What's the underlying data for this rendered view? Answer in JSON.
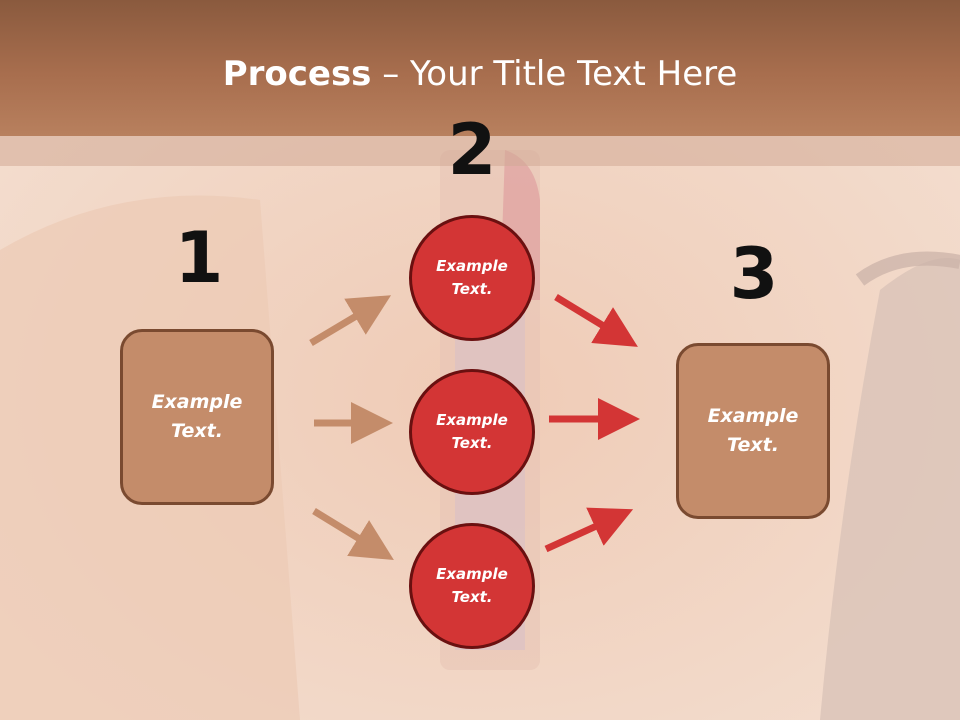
{
  "slide": {
    "title_bold": "Process",
    "title_rest": " – Your Title Text Here",
    "colors": {
      "header": "#a86e4e",
      "box": "#c48c6a",
      "circle": "#d33535",
      "left_arrow": "#c48c6a",
      "right_arrow": "#d33535"
    }
  },
  "steps": {
    "n1": "1",
    "n2": "2",
    "n3": "3"
  },
  "box_left": {
    "text": "Example Text."
  },
  "box_right": {
    "text": "Example Text."
  },
  "circles": [
    {
      "text": "Example Text."
    },
    {
      "text": "Example Text."
    },
    {
      "text": "Example Text."
    }
  ]
}
